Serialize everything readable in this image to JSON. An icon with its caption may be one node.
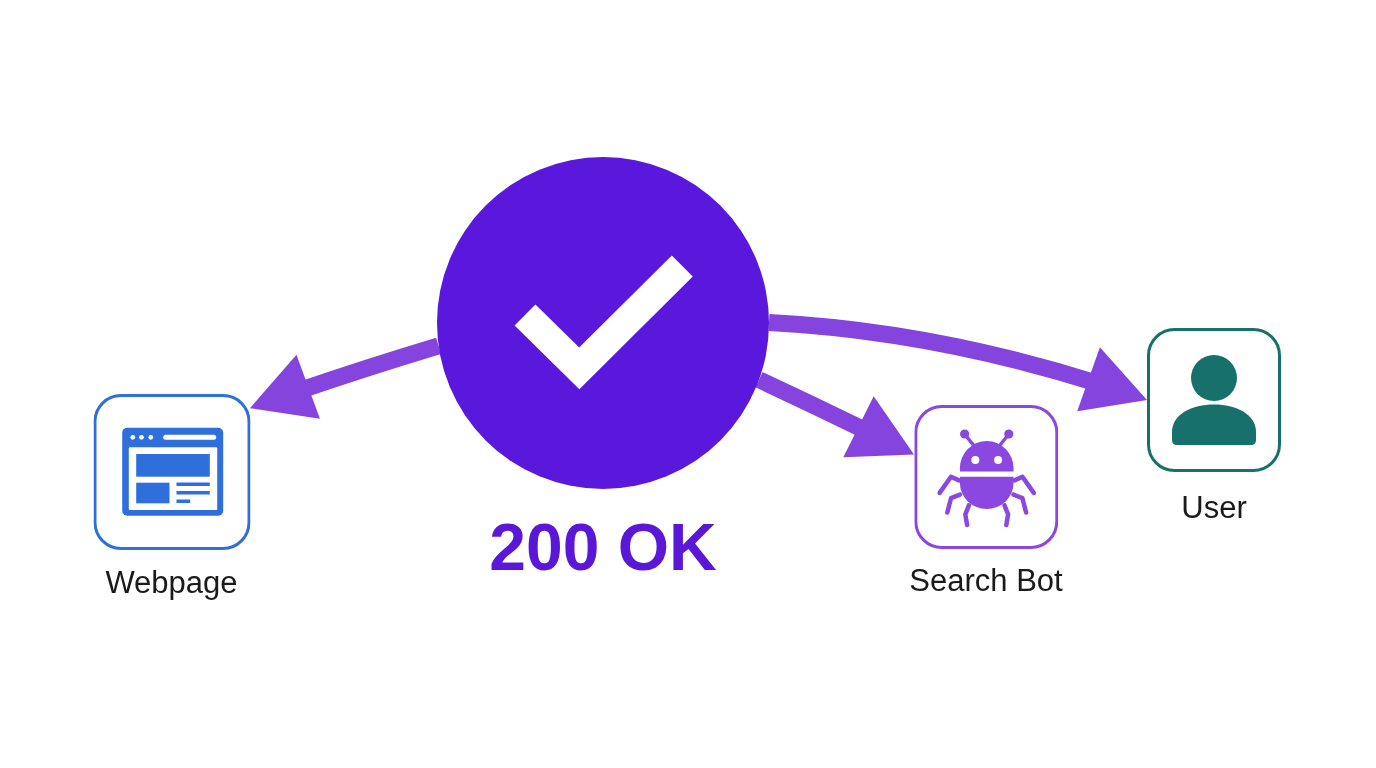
{
  "diagram": {
    "nodes": [
      {
        "text": [
          "200 OK"
        ]
      },
      {
        "text": [
          "Webpage"
        ]
      },
      {
        "text": [
          "Search Bot"
        ]
      },
      {
        "text": [
          "User"
        ]
      }
    ],
    "edges": [
      {
        "from": 0,
        "to": 1,
        "arrow": "to"
      },
      {
        "from": 0,
        "to": 2,
        "arrow": "to"
      },
      {
        "from": 0,
        "to": 3,
        "arrow": "to"
      }
    ]
  }
}
